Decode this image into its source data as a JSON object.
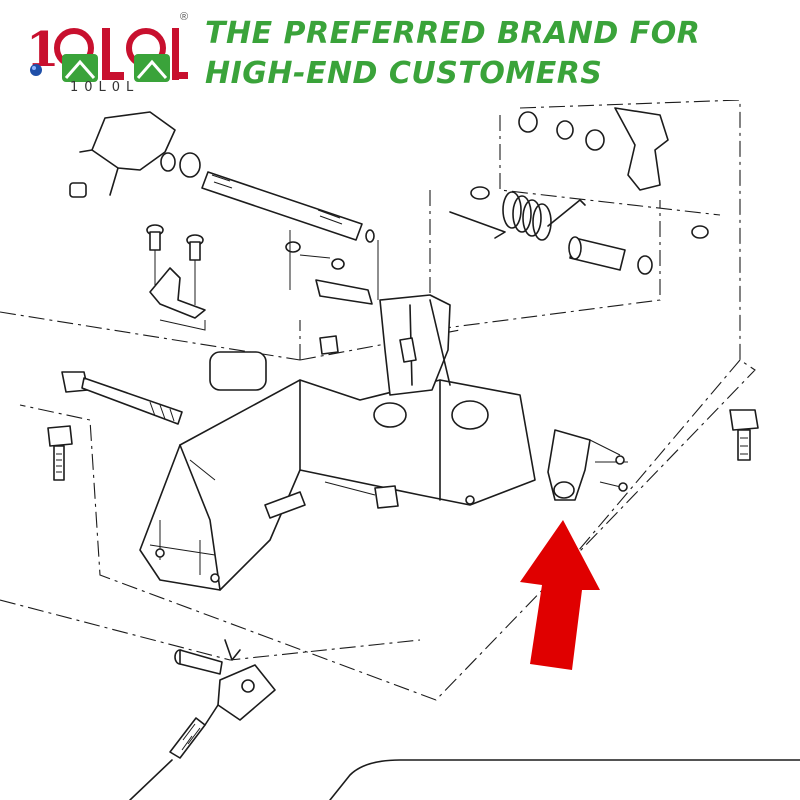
{
  "brand": {
    "logo_text": "10L0L",
    "registered_mark": "®",
    "green": "#3aa33a",
    "red": "#c8102e"
  },
  "tagline": {
    "line1": "THE PREFERRED BRAND FOR",
    "line2": "HIGH-END CUSTOMERS",
    "color": "#3aa33a"
  },
  "diagram": {
    "kind": "exploded-parts-view",
    "pointer": {
      "icon": "red-arrow-icon",
      "color": "#e00000",
      "direction": "up"
    }
  }
}
